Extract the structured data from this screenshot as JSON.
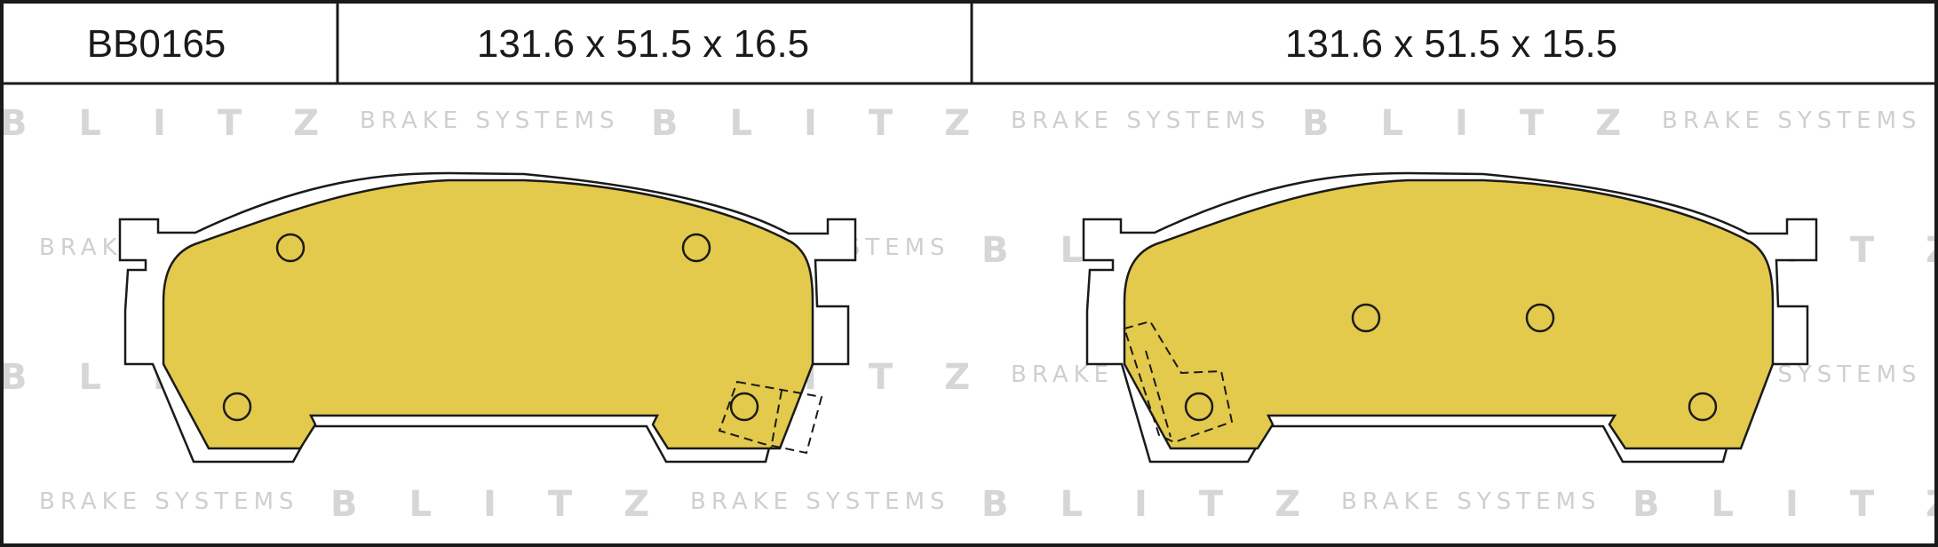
{
  "header": {
    "part_number": "BB0165",
    "pad1_dimensions": "131.6 x 51.5 x 16.5",
    "pad2_dimensions": "131.6 x 51.5 x 15.5"
  },
  "watermark": {
    "brand": "BLITZ",
    "tagline": "BRAKE SYSTEMS"
  },
  "colors": {
    "pad_fill": "#e3c94c",
    "line": "#1a1a1a",
    "watermark": "#d6d6d6"
  }
}
